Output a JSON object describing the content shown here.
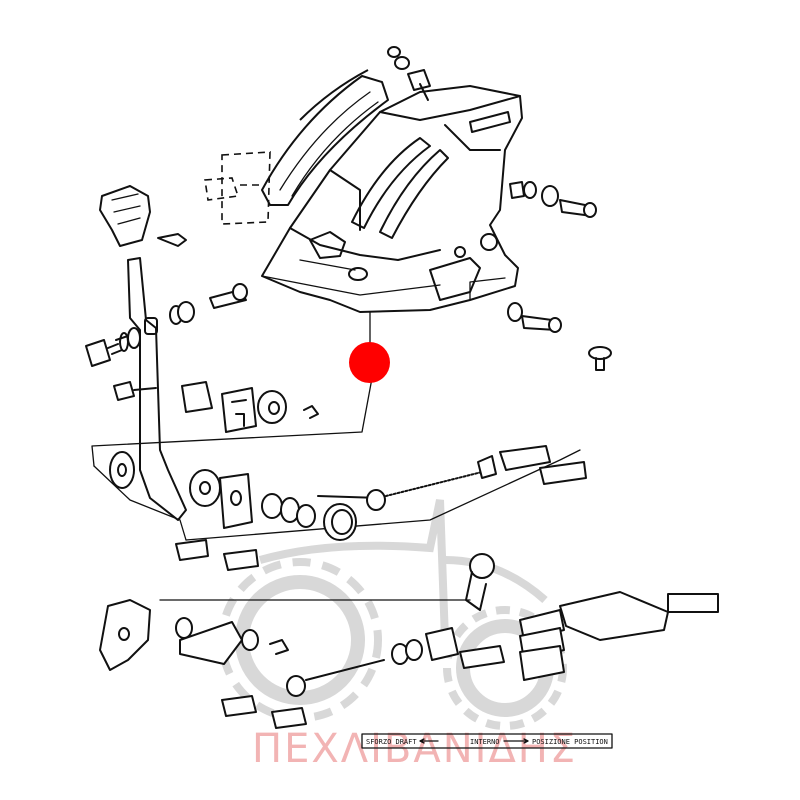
{
  "legend": {
    "label_left": "SFORZO DRAFT",
    "label_middle": "INTERNO",
    "label_right": "POSIZIONE POSITION"
  },
  "watermark": {
    "text": "ΠΕΧΛΙΒΑΝΙΔΗΣ"
  },
  "colors": {
    "marker": "#ff0000",
    "line_art": "#111111",
    "watermark_text": "#f2b4b4"
  },
  "marker": {
    "shape": "red-dot"
  }
}
